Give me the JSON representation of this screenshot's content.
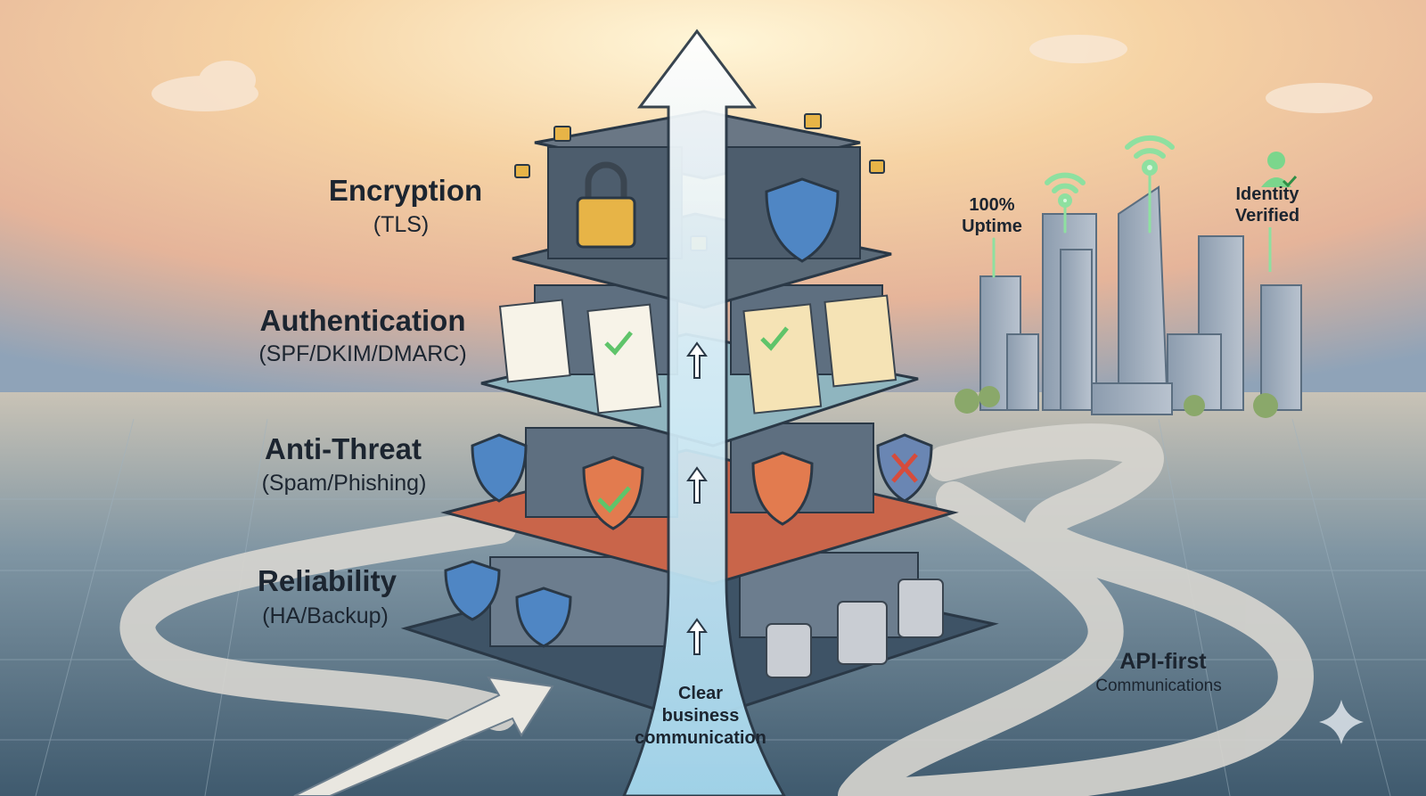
{
  "layers": [
    {
      "title": "Encryption",
      "subtitle": "(TLS)"
    },
    {
      "title": "Authentication",
      "subtitle": "(SPF/DKIM/DMARC)"
    },
    {
      "title": "Anti-Threat",
      "subtitle": "(Spam/Phishing)"
    },
    {
      "title": "Reliability",
      "subtitle": "(HA/Backup)"
    }
  ],
  "city": {
    "uptime_line1": "100%",
    "uptime_line2": "Uptime",
    "identity_line1": "Identity",
    "identity_line2": "Verified"
  },
  "central_arrow": {
    "line1": "Clear",
    "line2": "business",
    "line3": "communication"
  },
  "road": {
    "line1": "API-first",
    "line2": "Communications"
  },
  "colors": {
    "sky_top": "#f3c9a0",
    "sky_warm": "#f7dcae",
    "ground": "#5d7486",
    "arrow": "#bfe6f4",
    "wifi": "#8ee0a0"
  }
}
